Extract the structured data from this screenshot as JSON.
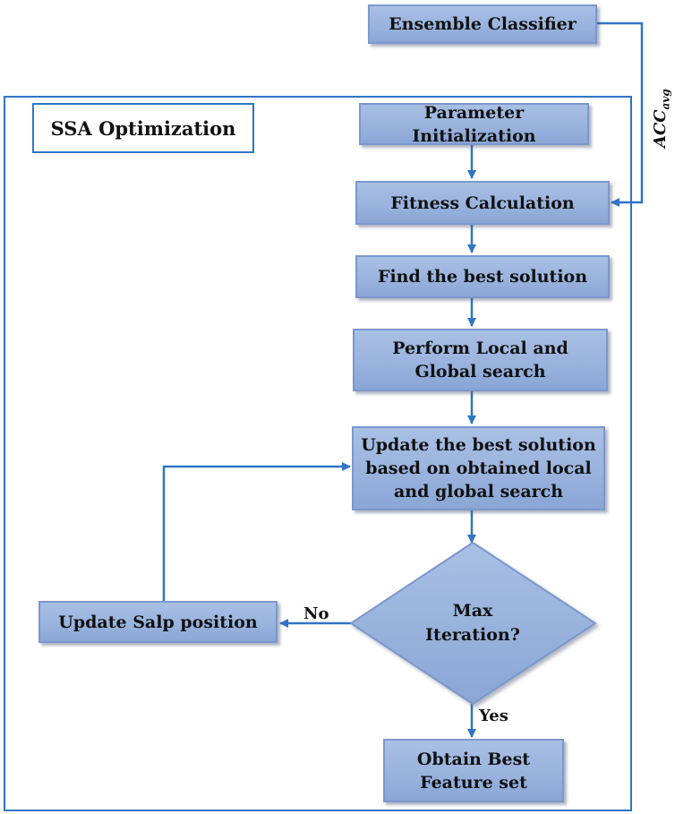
{
  "nodes": {
    "ensemble": "Ensemble Classifier",
    "ssa_title": "SSA Optimization",
    "param_init": "Parameter Initialization",
    "fitness": "Fitness Calculation",
    "best_solution": "Find the best solution",
    "local_global_1": "Perform Local and",
    "local_global_2": "Global search",
    "update_best_1": "Update the best solution",
    "update_best_2": "based on obtained local",
    "update_best_3": "and global search",
    "max_iter_1": "Max",
    "max_iter_2": "Iteration?",
    "update_salp": "Update Salp position",
    "obtain_1": "Obtain Best",
    "obtain_2": "Feature set"
  },
  "edge_labels": {
    "no": "No",
    "yes": "Yes",
    "acc_main": "ACC",
    "acc_sub": "avg"
  },
  "colors": {
    "line": "#2e75c4",
    "node_fill": "#9ab3de",
    "node_border": "#7b98cd"
  }
}
